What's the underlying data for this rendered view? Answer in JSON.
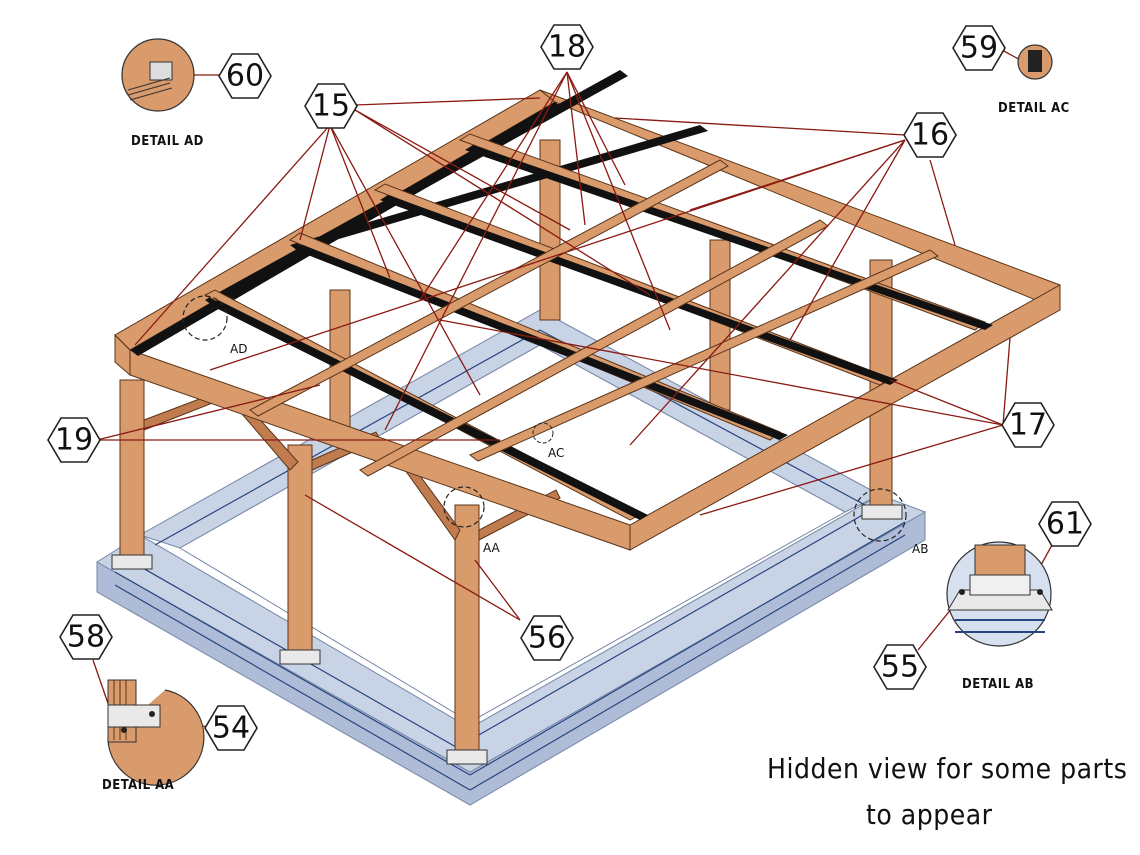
{
  "callouts": {
    "c15": "15",
    "c16": "16",
    "c17": "17",
    "c18": "18",
    "c19": "19",
    "c54": "54",
    "c55": "55",
    "c56": "56",
    "c58": "58",
    "c59": "59",
    "c60": "60",
    "c61": "61"
  },
  "detail_titles": {
    "ad": "DETAIL AD",
    "ac": "DETAIL AC",
    "aa": "DETAIL AA",
    "ab": "DETAIL AB"
  },
  "view_markers": {
    "ad": "AD",
    "ac": "AC",
    "aa": "AA",
    "ab": "AB"
  },
  "note": {
    "line1": "Hidden view for some parts",
    "line2": "to appear"
  },
  "colors": {
    "timber": "#d99a6c",
    "steel_beam": "#111111",
    "concrete": "#c9d3e6",
    "rebar": "#27467d",
    "leader_line": "#8a1a12"
  }
}
